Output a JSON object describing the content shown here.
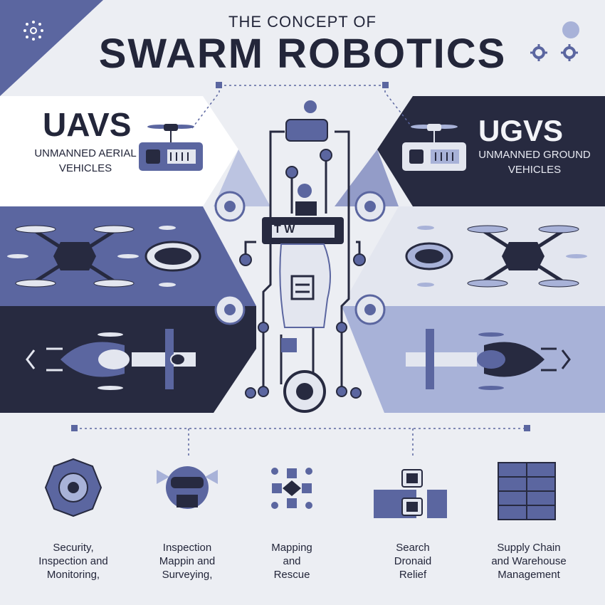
{
  "header": {
    "subtitle": "THE CONCEPT OF",
    "title": "SWARM ROBOTICS"
  },
  "uavs": {
    "heading": "UAVS",
    "line1": "UNMANNED AERIAL",
    "line2": "VEHICLES"
  },
  "ugvs": {
    "heading": "UGVS",
    "line1": "UNMANNED GROUND",
    "line2": "VEHICLES"
  },
  "applications": [
    {
      "line1": "Security,",
      "line2": "Inspection and",
      "line3": "Monitoring,"
    },
    {
      "line1": "Inspection",
      "line2": "Mappin and",
      "line3": "Surveying,"
    },
    {
      "line1": "Mapping",
      "line2": "and",
      "line3": "Rescue"
    },
    {
      "line1": "Search",
      "line2": "Dronaid",
      "line3": "Relief"
    },
    {
      "line1": "Supply Chain",
      "line2": "and Warehouse",
      "line3": "Management"
    }
  ],
  "robot_label": "T W",
  "colors": {
    "navy": "#23263a",
    "blue": "#5b66a0",
    "light_blue": "#a8b2d8",
    "background": "#eceef3"
  }
}
